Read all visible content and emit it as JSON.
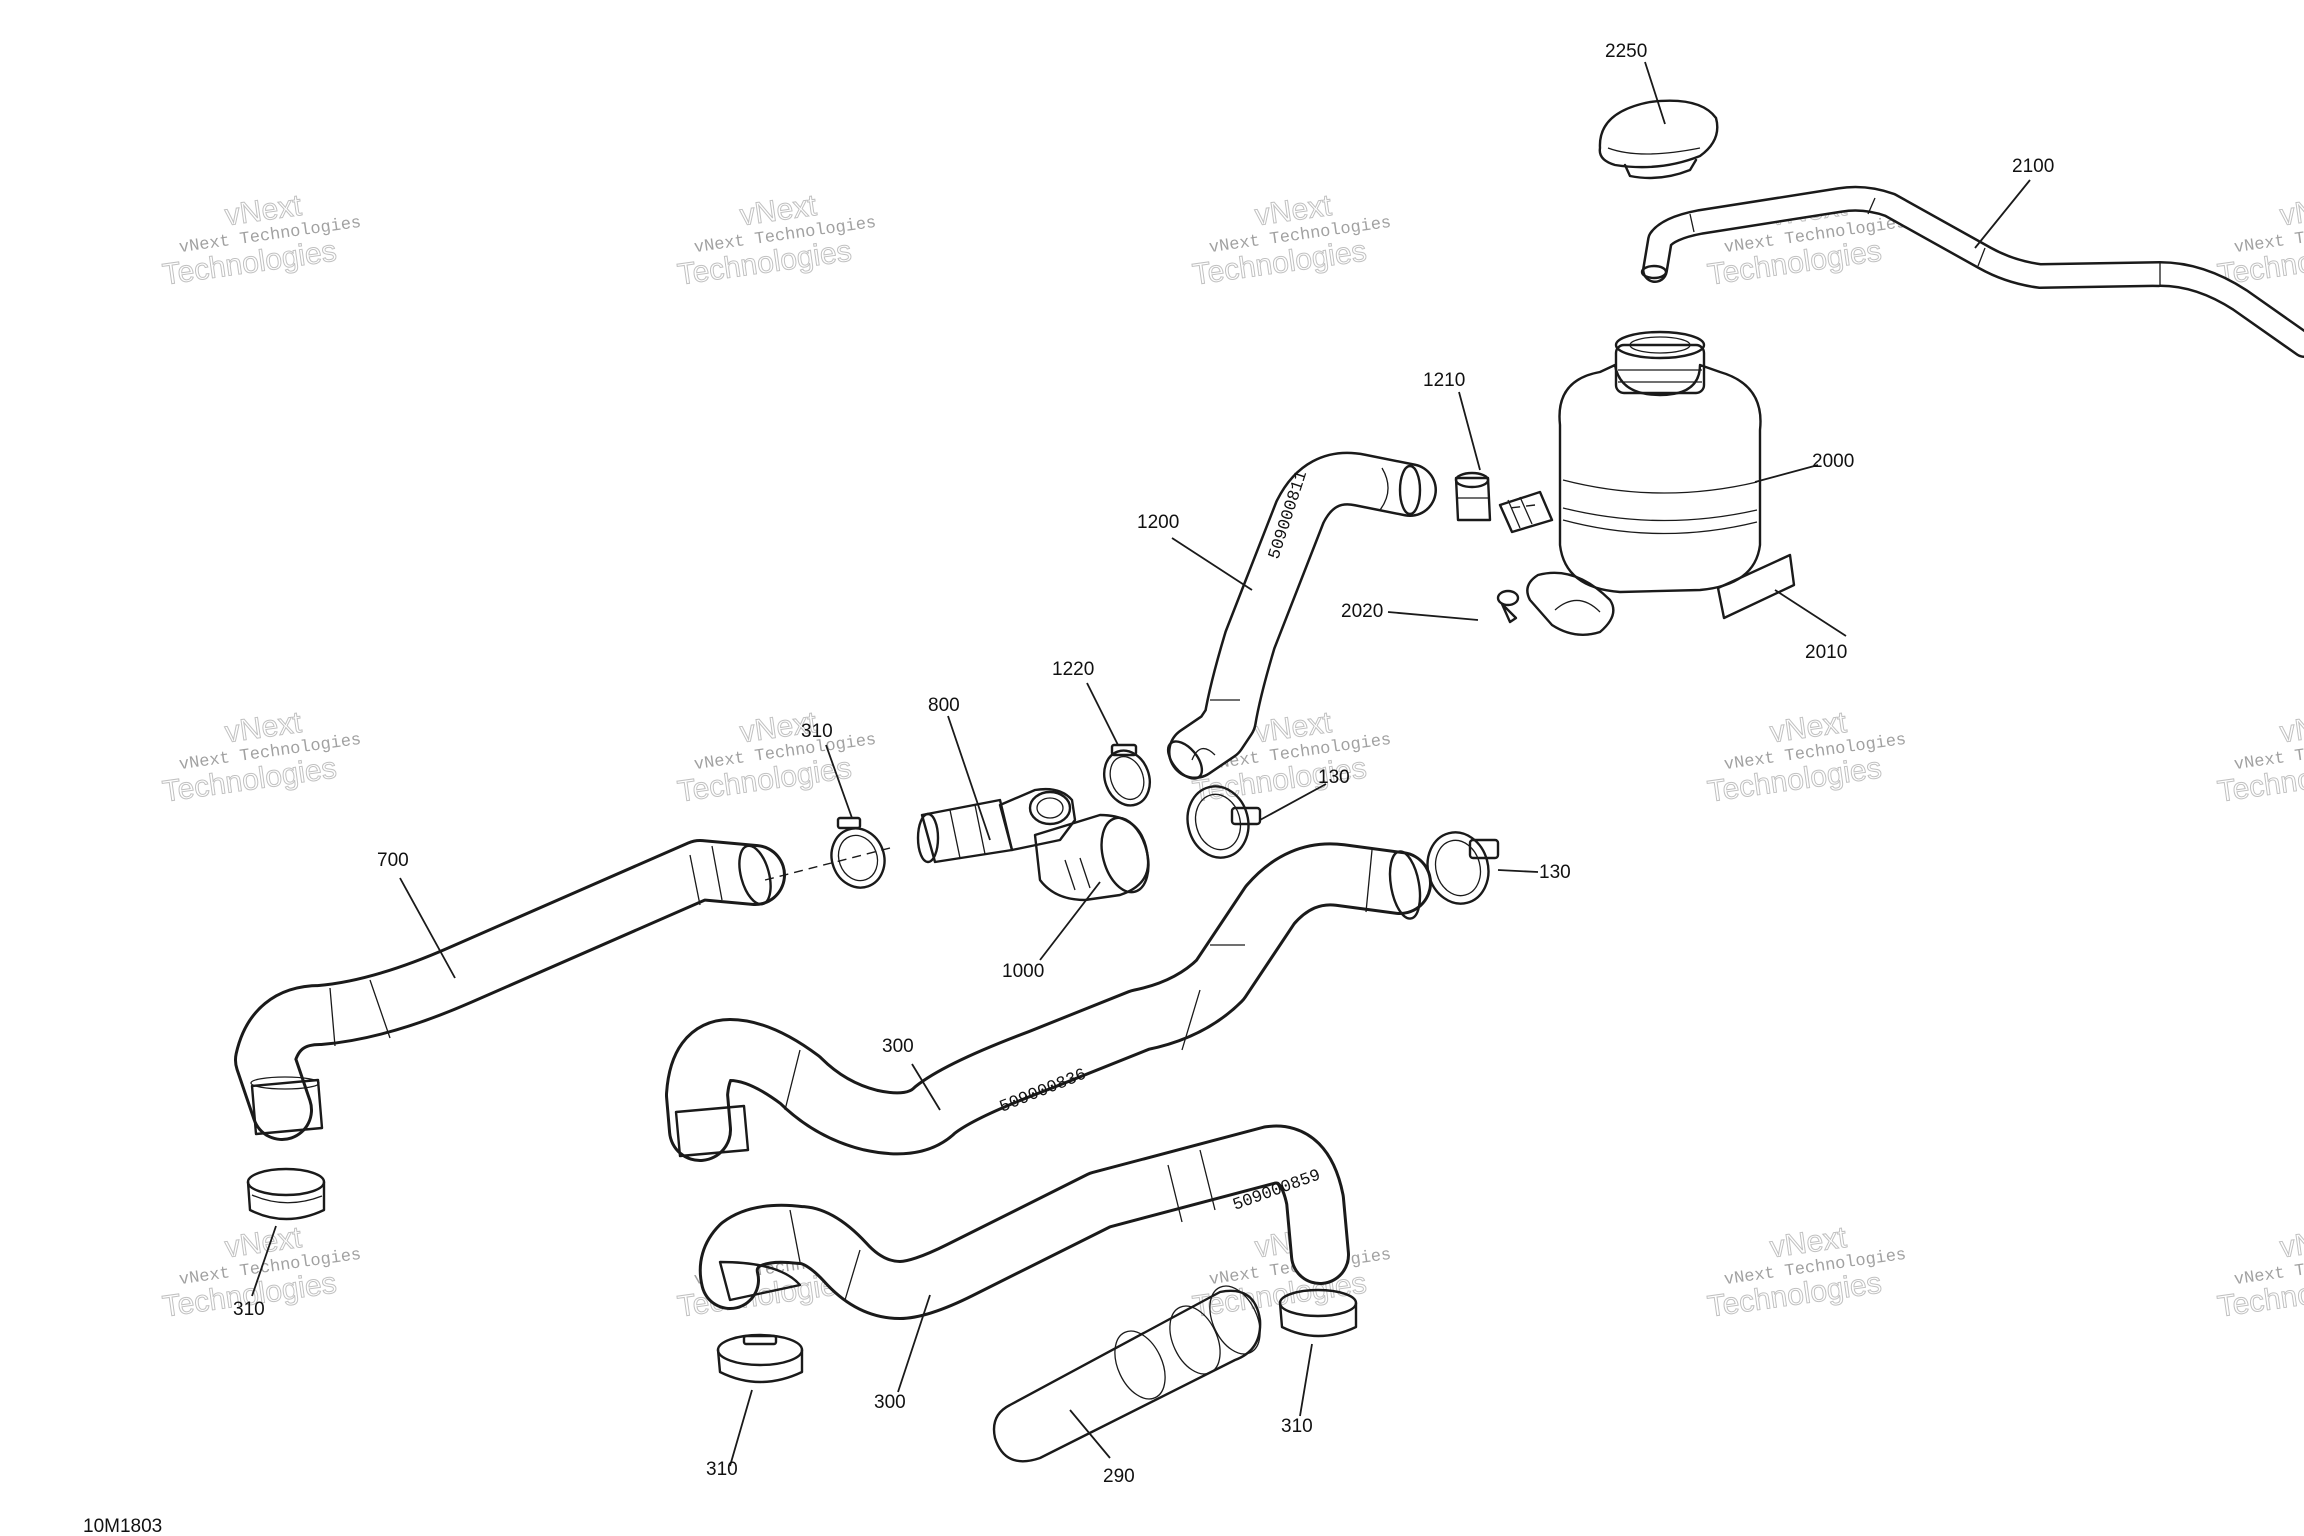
{
  "drawing_id": "10M1803",
  "watermark": {
    "line1": "vNext Technologies",
    "outline_small": "vNext",
    "outline_large": "Technologies"
  },
  "hose_prints": {
    "hose_1200": "509000811",
    "hose_300_upper": "509000836",
    "hose_300_lower": "509000859"
  },
  "callouts": {
    "c2250": "2250",
    "c2100": "2100",
    "c1210": "1210",
    "c2000": "2000",
    "c1200": "1200",
    "c2020": "2020",
    "c2010": "2010",
    "c1220": "1220",
    "c800": "800",
    "c310_top": "310",
    "c130_top": "130",
    "c700": "700",
    "c130_right": "130",
    "c1000": "1000",
    "c300_upper": "300",
    "c310_left": "310",
    "c300_lower": "300",
    "c310_bottom": "310",
    "c290": "290",
    "c310_right": "310"
  }
}
